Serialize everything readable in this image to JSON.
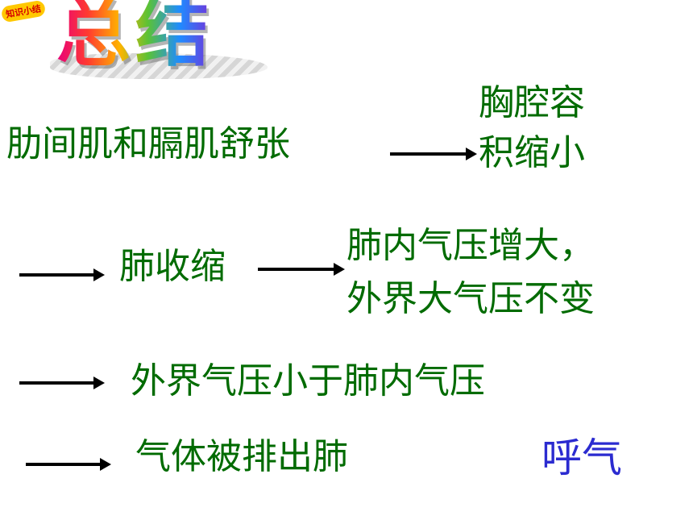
{
  "logo": {
    "badge_text": "知识小结",
    "title": "总结"
  },
  "steps": {
    "step1": "肋间肌和膈肌舒张",
    "result1_line1": "胸腔容",
    "result1_line2": "积缩小",
    "step2": "肺收缩",
    "result2_line1": "肺内气压增大，",
    "result2_line2": "外界大气压不变",
    "step3": "外界气压小于肺内气压",
    "step4": "气体被排出肺",
    "conclusion": "呼气"
  },
  "colors": {
    "text_green": "#006b00",
    "conclusion_blue": "#2b2bd0",
    "arrow": "#000000"
  },
  "icons": [
    "right-arrow-icon"
  ]
}
